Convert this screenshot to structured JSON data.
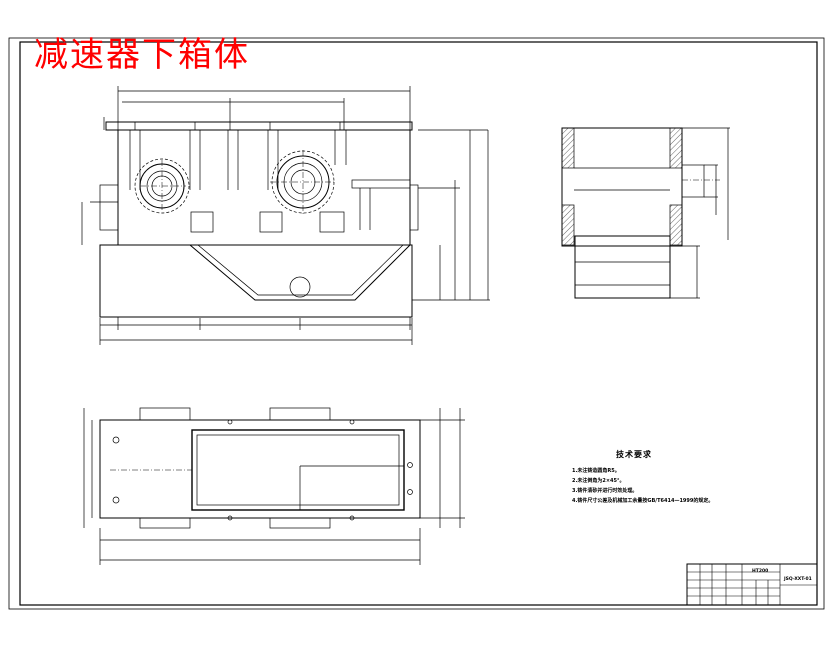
{
  "drawing": {
    "title": "减速器下箱体"
  },
  "technical_requirements": {
    "heading": "技术要求",
    "notes": [
      "1.未注铸造圆角R5。",
      "2.未注倒角为2×45°。",
      "3.铸件清砂并进行时效处理。",
      "4.铸件尺寸公差及机械加工余量按GB/T6414—1999的规定。"
    ]
  },
  "title_block": {
    "material": "HT200",
    "drawing_no": "JSQ-XXT-01"
  },
  "colors": {
    "title": "#ff0000",
    "lines": "#000000",
    "background": "#ffffff"
  }
}
